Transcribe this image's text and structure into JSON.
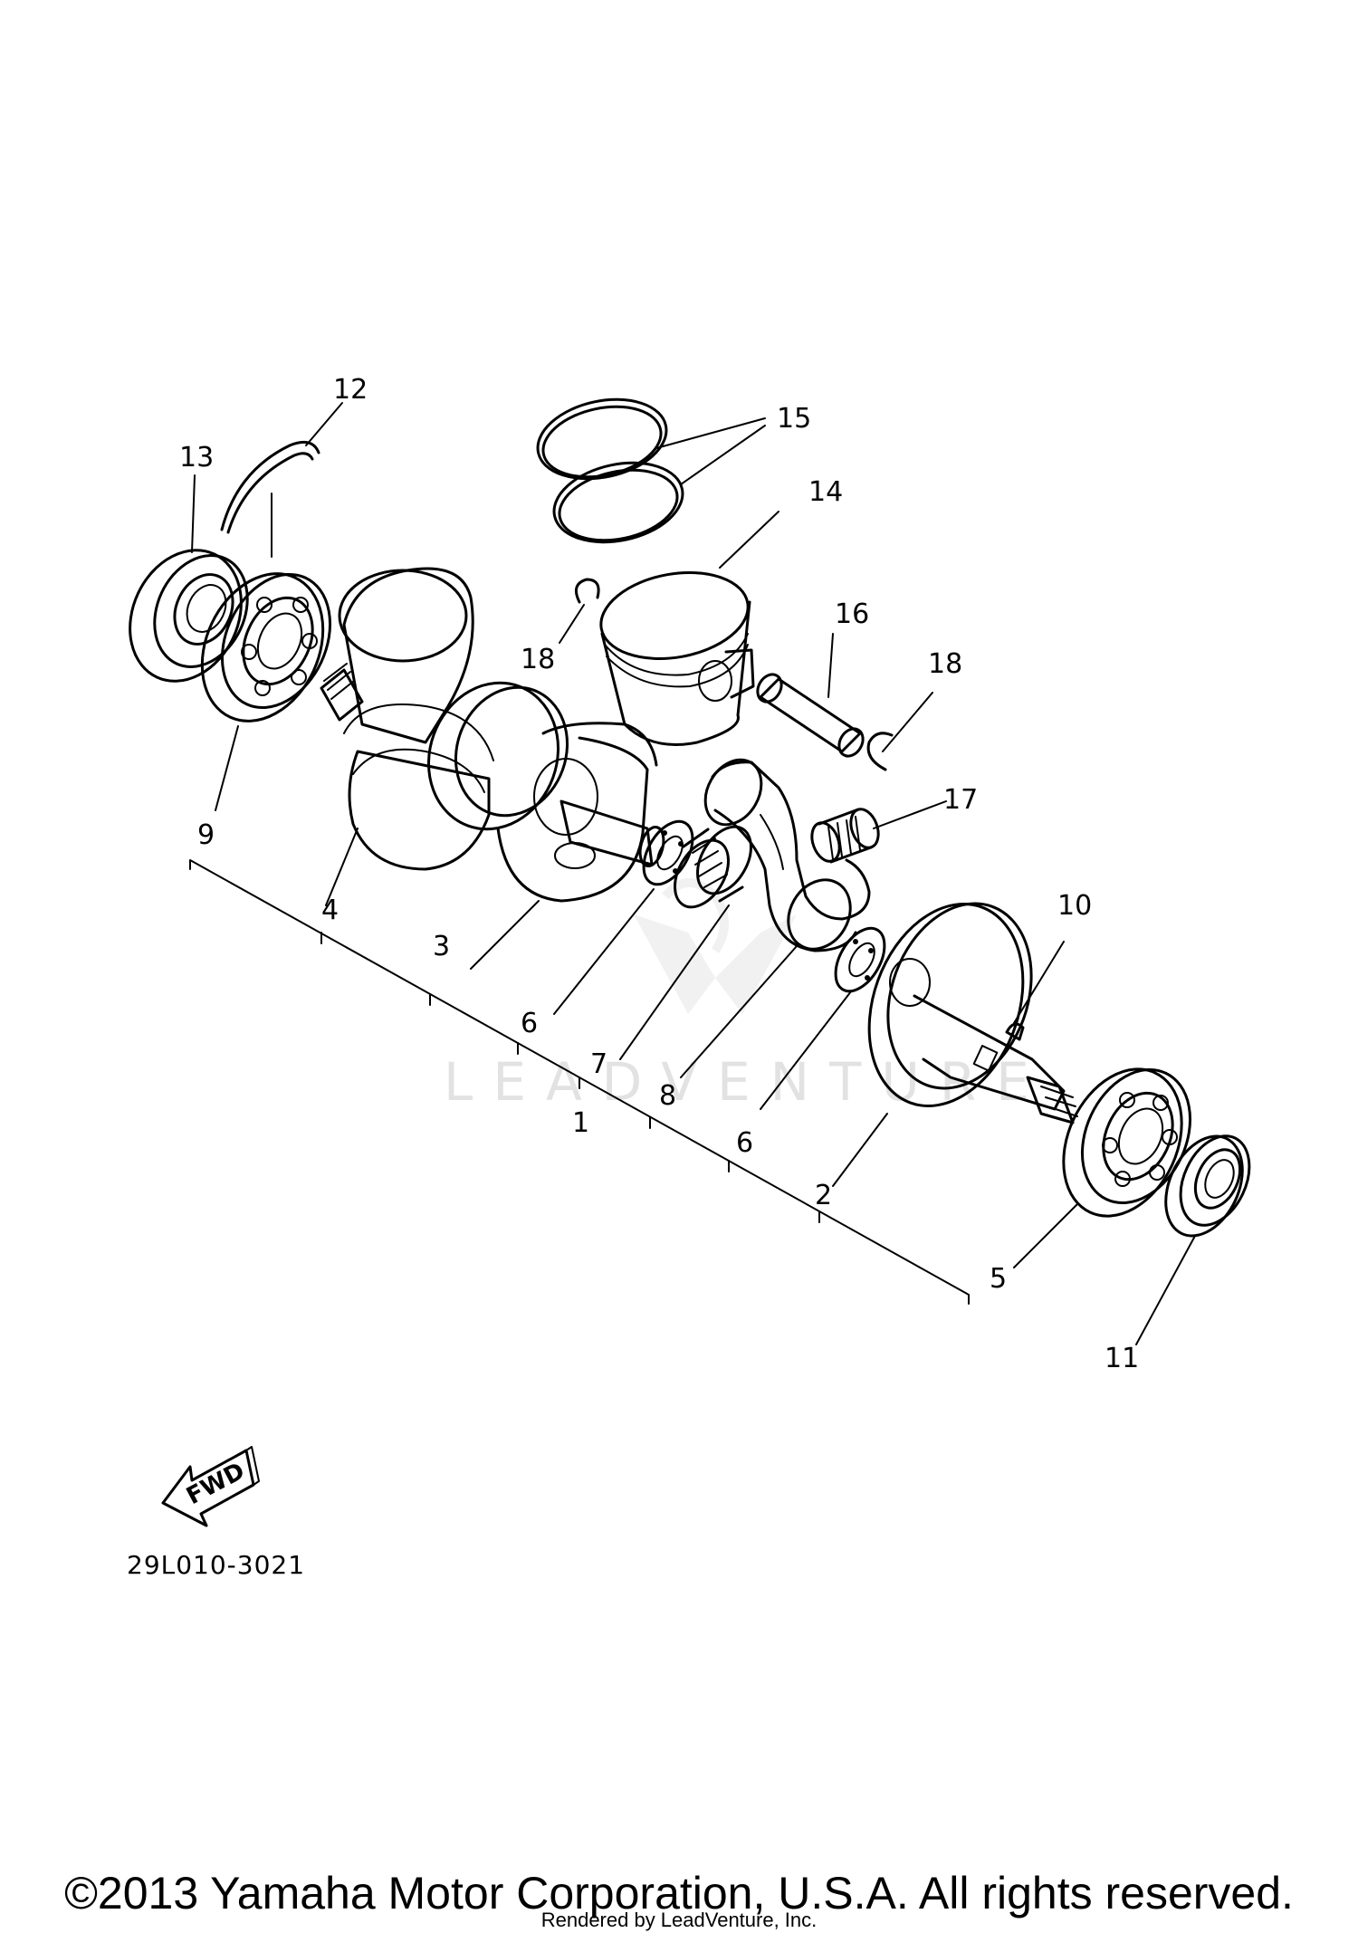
{
  "diagram": {
    "code": "29L010-3021",
    "fwd_label": "FWD",
    "watermark": "LEADVENTURE",
    "part_numbers": [
      "1",
      "2",
      "3",
      "4",
      "5",
      "6",
      "6",
      "7",
      "8",
      "9",
      "10",
      "11",
      "12",
      "13",
      "14",
      "15",
      "16",
      "17",
      "18",
      "18"
    ]
  },
  "footer": {
    "copyright": "©2013 Yamaha Motor Corporation, U.S.A. All rights reserved.",
    "rendered_by": "Rendered by LeadVenture, Inc."
  }
}
